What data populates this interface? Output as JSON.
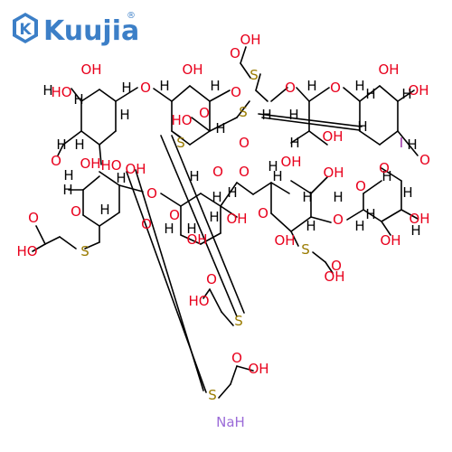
{
  "logo": {
    "brand": "Kuujia",
    "registered_mark": "®",
    "brand_color": "#3c7fc7"
  },
  "atom_colors": {
    "oxygen": "#e8001c",
    "sulfur": "#9a7b00",
    "iodine": "#9b2fa4",
    "sodium": "#9b6bd8",
    "carbon": "#000000"
  },
  "molecule": {
    "labels": {
      "oh": "OH",
      "ho": "HO",
      "o": "O",
      "h": "H",
      "s": "S",
      "i": "I",
      "na_salt": "NaH"
    }
  }
}
